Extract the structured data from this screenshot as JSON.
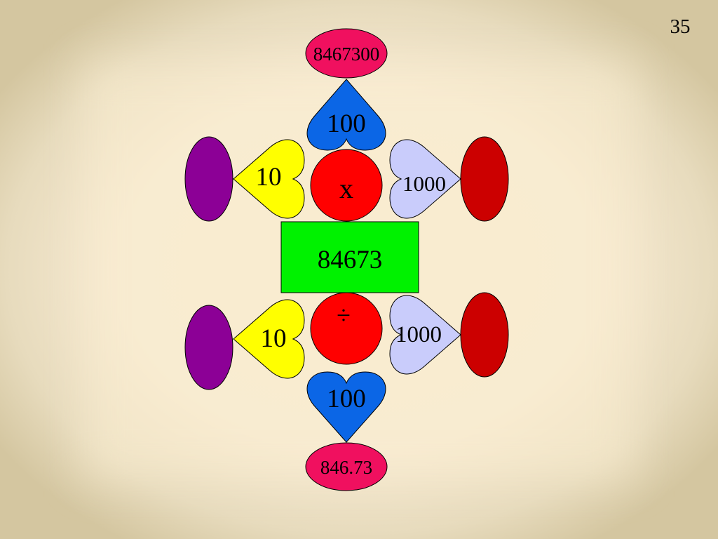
{
  "page_number": "35",
  "center_number": "84673",
  "multiply": {
    "operator": "x",
    "result": "8467300",
    "left_factor": "10",
    "top_factor": "100",
    "right_factor": "1000"
  },
  "divide": {
    "operator": "÷",
    "result": "846.73",
    "left_factor": "10",
    "bottom_factor": "100",
    "right_factor": "1000"
  },
  "colors": {
    "result_oval": "#f0105f",
    "heart_blue": "#0b66e6",
    "heart_yellow": "#ffff00",
    "heart_lavender": "#c9ccfb",
    "operator_circle": "#ff0000",
    "oval_purple": "#8c0096",
    "oval_darkred": "#cc0000",
    "center_box": "#00f200"
  }
}
